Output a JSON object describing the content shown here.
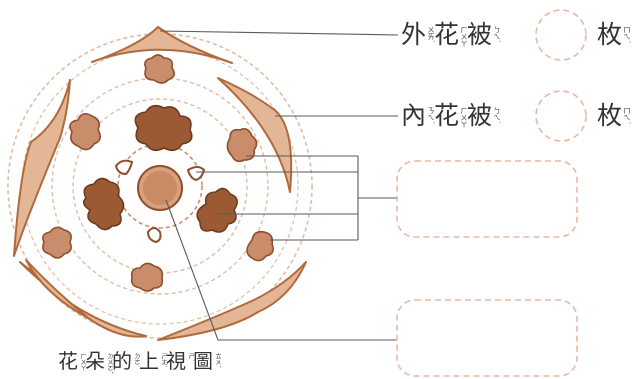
{
  "labels": {
    "outer_tepal": {
      "text": "外花被",
      "zhuyin": [
        "ㄨㄞˋ",
        "ㄏㄨㄚ",
        "ㄅㄟˋ"
      ]
    },
    "inner_tepal": {
      "text": "內花被",
      "zhuyin": [
        "ㄋㄟˋ",
        "ㄏㄨㄚ",
        "ㄅㄟˋ"
      ]
    },
    "count_unit": {
      "text": "枚",
      "zhuyin": [
        "ㄇㄟˊ"
      ]
    },
    "caption": {
      "text": "花朵的上視圖",
      "zhuyin": [
        "ㄏㄨㄚ",
        "ㄉㄨㄛˇ",
        "ㄉㄜ˙",
        "ㄕㄤˋ",
        "ㄕˋ",
        "ㄊㄨˊ"
      ]
    }
  },
  "colors": {
    "stroke": "#b06a3c",
    "tepal_fill": "#e3b796",
    "anther": "#9c5a34",
    "ring": "#d9a98a",
    "leader": "#555555",
    "box": "#e8b8a6",
    "text": "#333333"
  }
}
